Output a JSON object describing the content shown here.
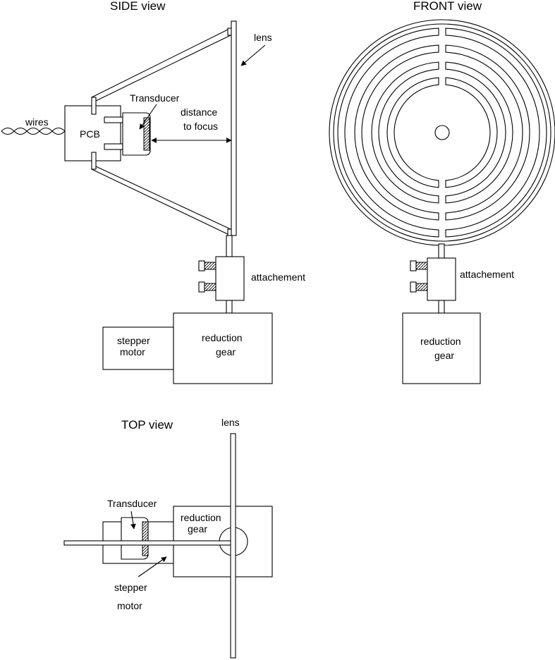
{
  "side_view": {
    "title": "SIDE view",
    "lens_label": "lens",
    "transducer_label": "Transducer",
    "distance_label_1": "distance",
    "distance_label_2": "to focus",
    "wires_label": "wires",
    "pcb_label": "PCB",
    "attachement_label": "attachement",
    "stepper_label_1": "stepper",
    "stepper_label_2": "motor",
    "gear_label_1": "reduction",
    "gear_label_2": "gear"
  },
  "front_view": {
    "title": "FRONT view",
    "attachement_label": "attachement",
    "gear_label_1": "reduction",
    "gear_label_2": "gear"
  },
  "top_view": {
    "title": "TOP view",
    "lens_label": "lens",
    "transducer_label": "Transducer",
    "gear_label_1": "reduction",
    "gear_label_2": "gear",
    "stepper_label_1": "stepper",
    "stepper_label_2": "motor"
  }
}
